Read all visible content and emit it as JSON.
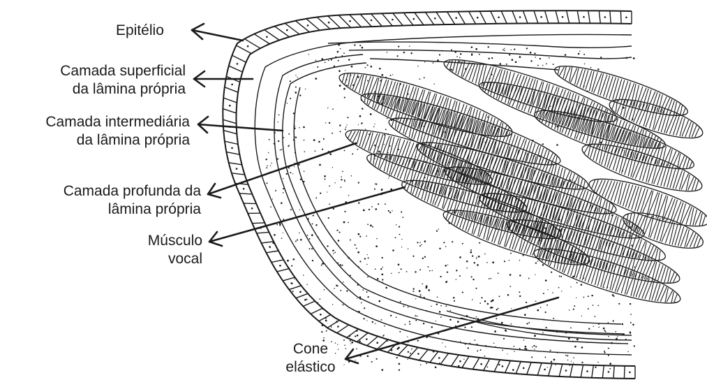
{
  "labels": {
    "epitelio": "Epitélio",
    "camada_superficial": [
      "Camada superficial",
      "da lâmina própria"
    ],
    "camada_intermediaria": [
      "Camada intermediária",
      "da lâmina própria"
    ],
    "camada_profunda": [
      "Camada profunda da",
      "lâmina própria"
    ],
    "musculo_vocal": [
      "Músculo",
      "vocal"
    ],
    "cone_elastico": [
      "Cone",
      "elástico"
    ]
  },
  "colors": {
    "ink": "#1a1a1a",
    "background": "#ffffff"
  }
}
